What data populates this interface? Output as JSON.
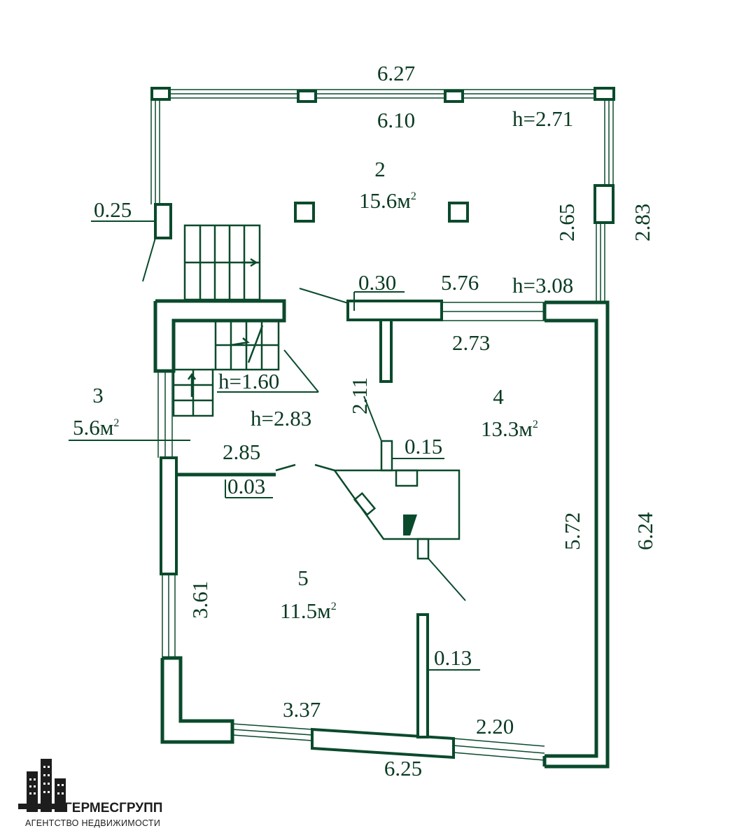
{
  "floorplan": {
    "top_outer": "6.27",
    "top_inner": "6.10",
    "height_upper": "h=2.71",
    "room2_number": "2",
    "room2_area": "15.6м",
    "right_inner_2": "2.65",
    "right_outer_2": "2.83",
    "wall_left_2": "0.25",
    "wall_mid": "0.30",
    "mid_span": "5.76",
    "height_mid": "h=3.08",
    "window_4": "2.73",
    "partition_4": "2.11",
    "stair_height": "h=1.60",
    "room3_number": "3",
    "room3_area": "5.6м",
    "room3_height": "h=2.83",
    "room4_number": "4",
    "room4_area": "13.3м",
    "wall_015": "0.15",
    "span_285": "2.85",
    "wall_003": "0.03",
    "right_inner_4": "5.72",
    "right_outer": "6.24",
    "left_5": "3.61",
    "room5_number": "5",
    "room5_area": "11.5м",
    "wall_013": "0.13",
    "bottom_left": "3.37",
    "bottom_right": "2.20",
    "bottom_outer": "6.25",
    "area_sup": "2"
  },
  "logo": {
    "name": "ГЕРМЕСГРУПП",
    "tagline": "АГЕНТСТВО НЕДВИЖИМОСТИ"
  },
  "colors": {
    "ink": "#0a3a22",
    "logo": "#1d1d1d"
  }
}
